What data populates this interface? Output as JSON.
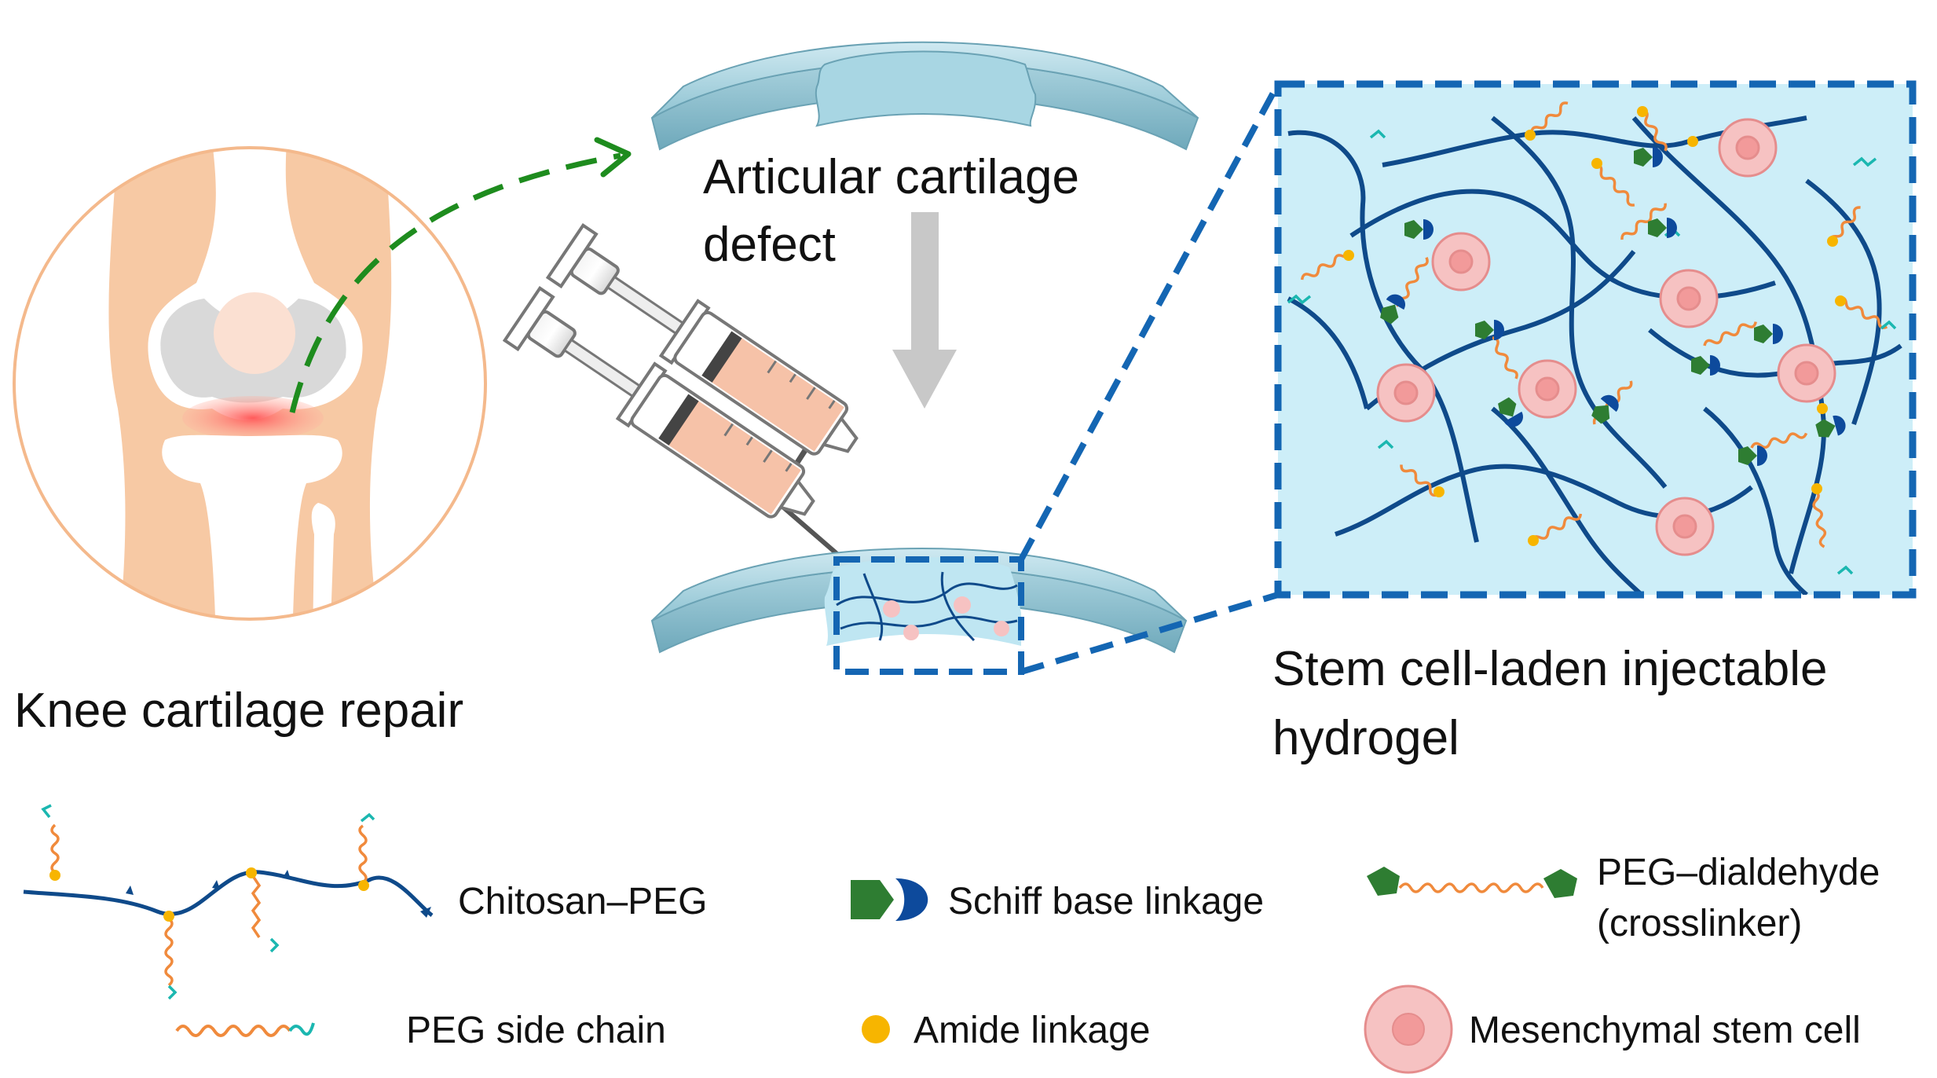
{
  "labels": {
    "knee": "Knee cartilage repair",
    "defect_line1": "Articular cartilage",
    "defect_line2": "defect",
    "hydrogel_line1": "Stem cell-laden injectable",
    "hydrogel_line2": "hydrogel"
  },
  "legend": {
    "chitosan_peg": "Chitosan–PEG",
    "schiff_base": "Schiff base linkage",
    "peg_dialdehyde_line1": "PEG–dialdehyde",
    "peg_dialdehyde_line2": "(crosslinker)",
    "peg_side_chain": "PEG side chain",
    "amide": "Amide linkage",
    "msc": "Mesenchymal stem cell"
  },
  "colors": {
    "chain": "#0f4a8a",
    "peg": "#f08a3c",
    "peg_tip": "#1bb7b0",
    "amide": "#f7b500",
    "schiff_green": "#2e7d32",
    "schiff_blue": "#0d4a9c",
    "cell_fill": "#f6c2c2",
    "cell_nucleus": "#f29a9a",
    "hydrogel_bg": "#cdeef8",
    "zoom_border": "#1466b3",
    "arrow_green": "#1e8c1e",
    "skin": "#f7c9a4",
    "cartilage": "#bfe0ea"
  }
}
